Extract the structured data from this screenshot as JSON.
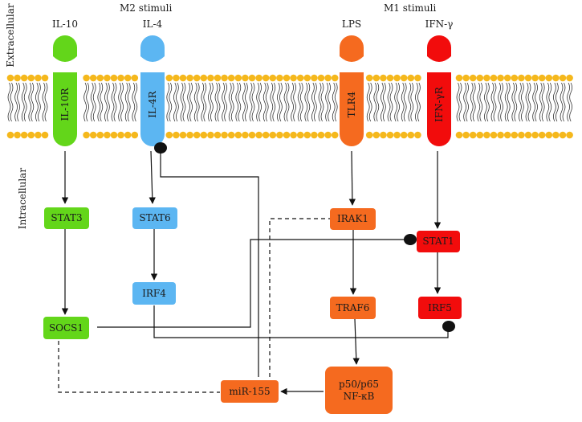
{
  "regions": {
    "extracellular": "Extracellular",
    "intracellular": "Intracellular"
  },
  "stimuli": {
    "m2": "M2 stimuli",
    "m1": "M1 stimuli"
  },
  "ligands": {
    "il10": "IL-10",
    "il4": "IL-4",
    "lps": "LPS",
    "ifng": "IFN-γ"
  },
  "receptors": {
    "il10r": "IL-10R",
    "il4r": "IL-4R",
    "tlr4": "TLR4",
    "ifngr": "IFN-γR"
  },
  "nodes": {
    "stat3": "STAT3",
    "stat6": "STAT6",
    "irak1": "IRAK1",
    "stat1": "STAT1",
    "irf4": "IRF4",
    "socs1": "SOCS1",
    "traf6": "TRAF6",
    "irf5": "IRF5",
    "mir155": "miR-155",
    "nfkb_line1": "p50/p65",
    "nfkb_line2": "NF-κB"
  },
  "colors": {
    "m2_il10": "#63d61a",
    "m2_il4": "#5cb6f2",
    "m1_tlr4": "#f56a1f",
    "m1_ifng": "#f20c0c",
    "lipid_head": "#f5b81c"
  }
}
